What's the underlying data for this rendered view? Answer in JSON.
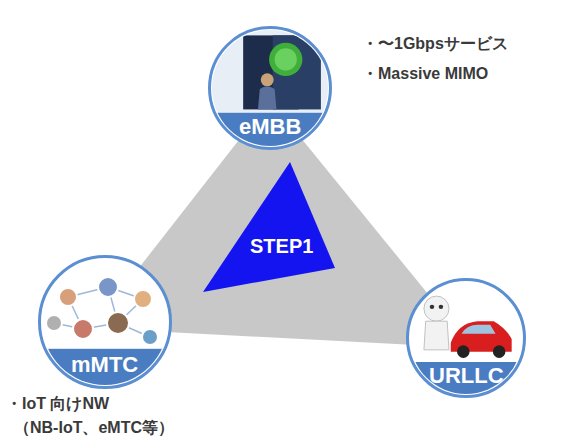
{
  "diagram": {
    "nodes": [
      {
        "text": [
          "eMBB"
        ]
      },
      {
        "text": [
          "STEP1"
        ]
      },
      {
        "text": [
          "mMTC"
        ]
      },
      {
        "text": [
          "URLLC"
        ]
      }
    ],
    "labels": [
      "・〜1Gbpsサービス",
      "・Massive MIMO",
      "・IoT 向けNW",
      "（NB-IoT、eMTC等）"
    ]
  }
}
